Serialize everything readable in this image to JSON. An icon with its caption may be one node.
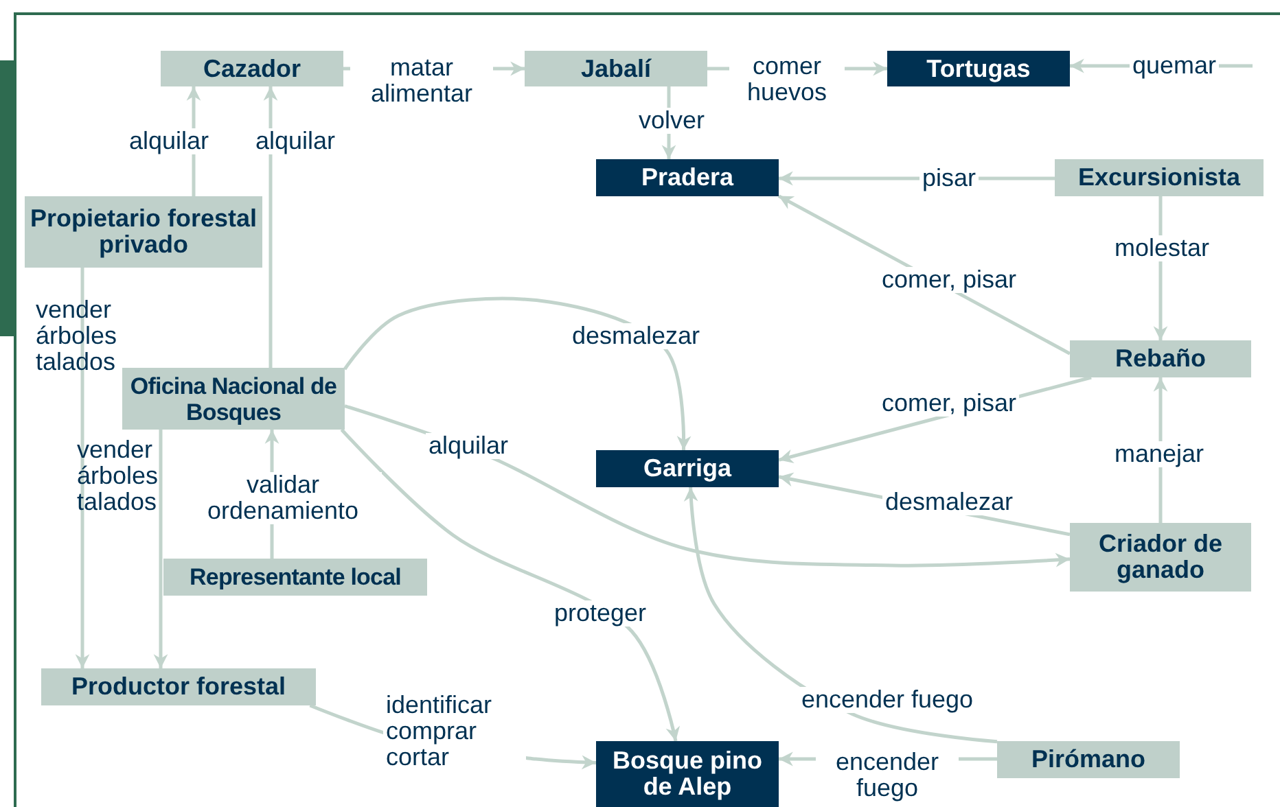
{
  "diagram": {
    "nodes": [
      {
        "text": [
          "Cazador"
        ]
      },
      {
        "text": [
          "Jabalí"
        ]
      },
      {
        "text": [
          "Tortugas"
        ]
      },
      {
        "text": [
          "Pradera"
        ]
      },
      {
        "text": [
          "Excursionista"
        ]
      },
      {
        "text": [
          "Propietario forestal privado"
        ]
      },
      {
        "text": [
          "Rebaño"
        ]
      },
      {
        "text": [
          "Oficina Nacional de Bosques"
        ]
      },
      {
        "text": [
          "Garriga"
        ]
      },
      {
        "text": [
          "Criador de ganado"
        ]
      },
      {
        "text": [
          "Representante local"
        ]
      },
      {
        "text": [
          "Productor forestal"
        ]
      },
      {
        "text": [
          "Bosque pino de Alep"
        ]
      },
      {
        "text": [
          "Pirómano"
        ]
      }
    ],
    "edges": [
      {
        "from": 0,
        "to": 1,
        "arrow": "to",
        "label": "matar alimentar"
      },
      {
        "from": 1,
        "to": 2,
        "arrow": "to",
        "label": "comer huevos"
      },
      {
        "from": null,
        "to": 2,
        "arrow": "to",
        "label": "quemar"
      },
      {
        "from": 1,
        "to": 3,
        "arrow": "to",
        "label": "volver"
      },
      {
        "from": 4,
        "to": 3,
        "arrow": "to",
        "label": "pisar"
      },
      {
        "from": 4,
        "to": 6,
        "arrow": "to",
        "label": "molestar"
      },
      {
        "from": 6,
        "to": 3,
        "arrow": "to",
        "label": "comer, pisar"
      },
      {
        "from": 6,
        "to": 8,
        "arrow": "to",
        "label": "comer, pisar"
      },
      {
        "from": 9,
        "to": 8,
        "arrow": "to",
        "label": "desmalezar"
      },
      {
        "from": 9,
        "to": 6,
        "arrow": "to",
        "label": "manejar"
      },
      {
        "from": 5,
        "to": 0,
        "arrow": "to",
        "label": "alquilar"
      },
      {
        "from": 7,
        "to": 0,
        "arrow": "to",
        "label": "alquilar"
      },
      {
        "from": 5,
        "to": 11,
        "arrow": "to",
        "label": "vender árboles talados"
      },
      {
        "from": 7,
        "to": 11,
        "arrow": "to",
        "label": "vender árboles talados"
      },
      {
        "from": 10,
        "to": 7,
        "arrow": "to",
        "label": "validar ordenamiento"
      },
      {
        "from": 7,
        "to": 8,
        "arrow": "to",
        "label": "desmalezar"
      },
      {
        "from": 7,
        "to": 9,
        "arrow": "to",
        "label": "alquilar"
      },
      {
        "from": 7,
        "to": 12,
        "arrow": "to",
        "label": "proteger"
      },
      {
        "from": 11,
        "to": 12,
        "arrow": "to",
        "label": "identificar comprar cortar"
      },
      {
        "from": 13,
        "to": 8,
        "arrow": "to",
        "label": "encender fuego"
      },
      {
        "from": 13,
        "to": 12,
        "arrow": "to",
        "label": "encender fuego"
      }
    ]
  }
}
